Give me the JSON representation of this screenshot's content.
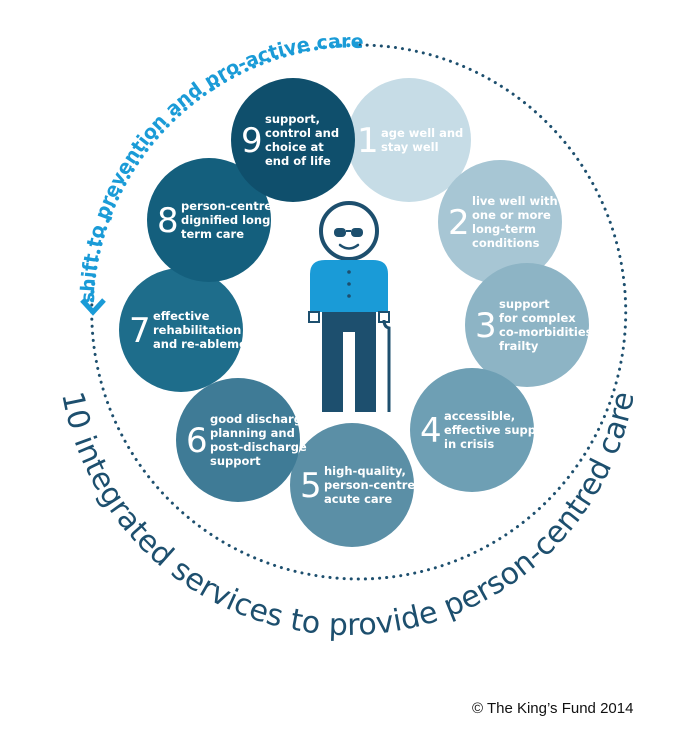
{
  "arc_top_label": "shift to prevention and pro-active care",
  "arc_bottom_label": "10 integrated services to provide person-centred care",
  "copyright": "© The King’s Fund 2014",
  "colors": {
    "dark_blue": "#1d4f6e",
    "bright_blue": "#1a9bd7"
  },
  "services": [
    {
      "number": "1",
      "lines": [
        "age well and",
        "stay well"
      ],
      "color": "#c6dce6"
    },
    {
      "number": "2",
      "lines": [
        "live well with",
        "one or more",
        "long-term",
        "conditions"
      ],
      "color": "#a7c6d4"
    },
    {
      "number": "3",
      "lines": [
        "support",
        "for complex",
        "co-morbidities/",
        "frailty"
      ],
      "color": "#8db4c5"
    },
    {
      "number": "4",
      "lines": [
        "accessible,",
        "effective support",
        "in crisis"
      ],
      "color": "#6e9fb4"
    },
    {
      "number": "5",
      "lines": [
        "high-quality,",
        "person-centred",
        "acute care"
      ],
      "color": "#5b8fa6"
    },
    {
      "number": "6",
      "lines": [
        "good discharge",
        "planning and",
        "post-discharge",
        "support"
      ],
      "color": "#3f7b96"
    },
    {
      "number": "7",
      "lines": [
        "effective",
        "rehabilitation",
        "and re-ablement"
      ],
      "color": "#1e6d8b"
    },
    {
      "number": "8",
      "lines": [
        "person-centred,",
        "dignified long-",
        "term care"
      ],
      "color": "#145f7d"
    },
    {
      "number": "9",
      "lines": [
        "support,",
        "control and",
        "choice at",
        "end of life"
      ],
      "color": "#0f4f6c"
    }
  ]
}
